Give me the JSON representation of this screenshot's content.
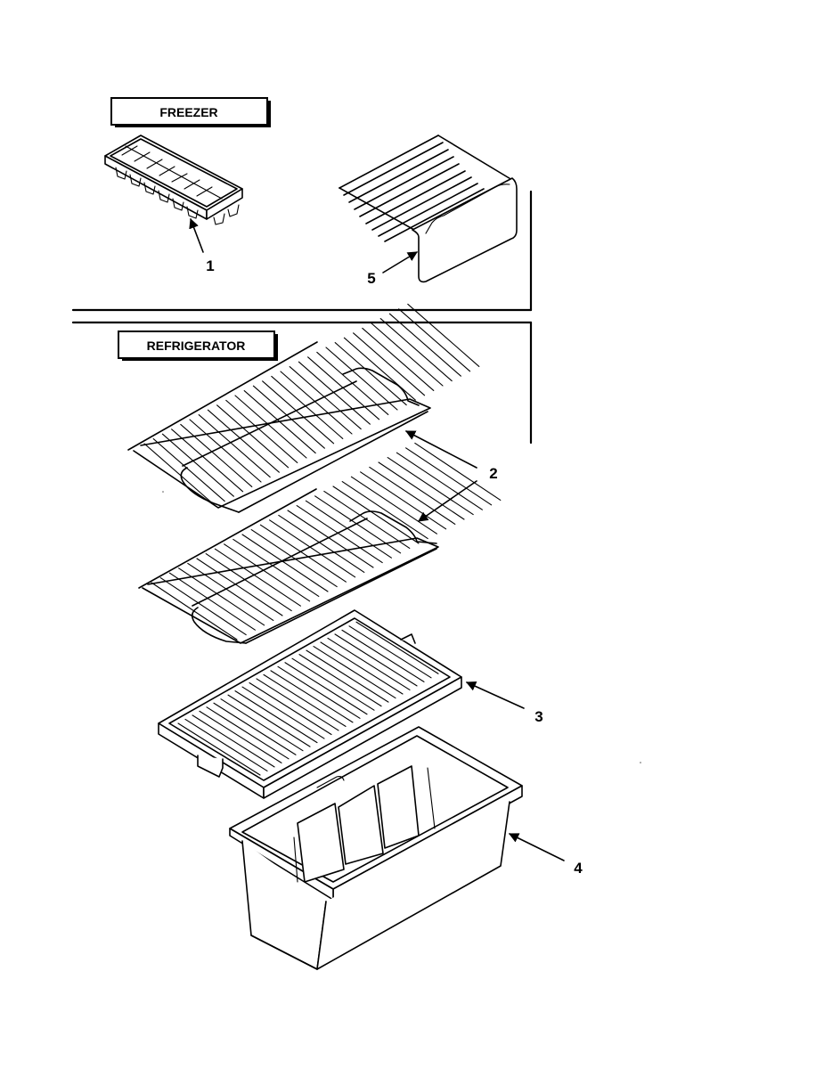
{
  "sections": {
    "freezer": {
      "label": "FREEZER"
    },
    "refrigerator": {
      "label": "REFRIGERATOR"
    }
  },
  "callouts": {
    "c1": "1",
    "c2": "2",
    "c3": "3",
    "c4": "4",
    "c5": "5"
  },
  "parts": [
    {
      "number": "1",
      "icon": "ice-cube-tray"
    },
    {
      "number": "2",
      "icon": "wire-shelf"
    },
    {
      "number": "3",
      "icon": "crisper-cover-frame"
    },
    {
      "number": "4",
      "icon": "crisper-drawer"
    },
    {
      "number": "5",
      "icon": "freezer-wire-shelf"
    }
  ]
}
